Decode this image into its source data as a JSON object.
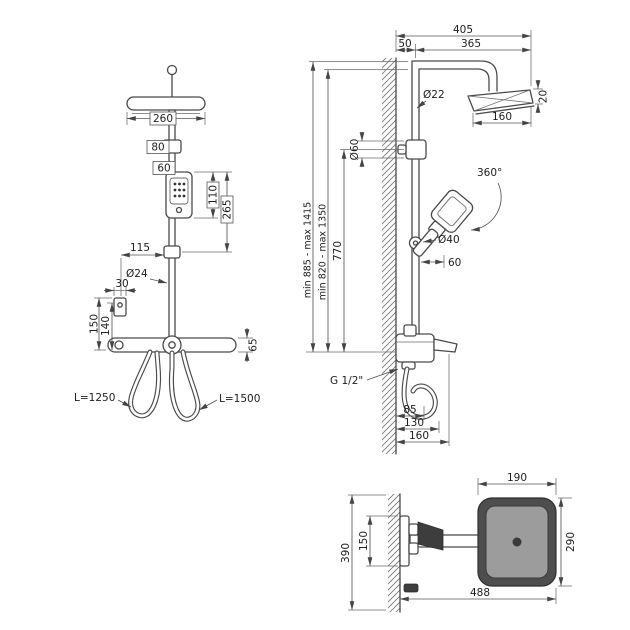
{
  "drawing": {
    "front_view": {
      "head_width": "260",
      "dim_80": "80",
      "dim_60": "60",
      "dim_110": "110",
      "dim_265": "265",
      "dim_115": "115",
      "pole_diameter": "Ø24",
      "dim_30": "30",
      "dim_150": "150",
      "dim_140": "140",
      "dim_65": "65",
      "hose_left_length": "L=1250",
      "hose_right_length": "L=1500"
    },
    "side_view": {
      "dim_405": "405",
      "dim_50": "50",
      "dim_365": "365",
      "dim_20": "20",
      "head_width": "160",
      "pipe_diameter": "Ø22",
      "slider_diameter": "Ø60",
      "rotation": "360°",
      "height_outer": "min 885 - max 1415",
      "height_inner": "min 820 - max 1350",
      "dim_770": "770",
      "joint_diameter": "Ø40",
      "dim_60": "60",
      "thread": "G 1/2\"",
      "dim_85": "85",
      "dim_130": "130",
      "dim_160": "160"
    },
    "top_view": {
      "dim_190": "190",
      "dim_390": "390",
      "dim_150": "150",
      "dim_290": "290",
      "dim_488": "488"
    }
  }
}
